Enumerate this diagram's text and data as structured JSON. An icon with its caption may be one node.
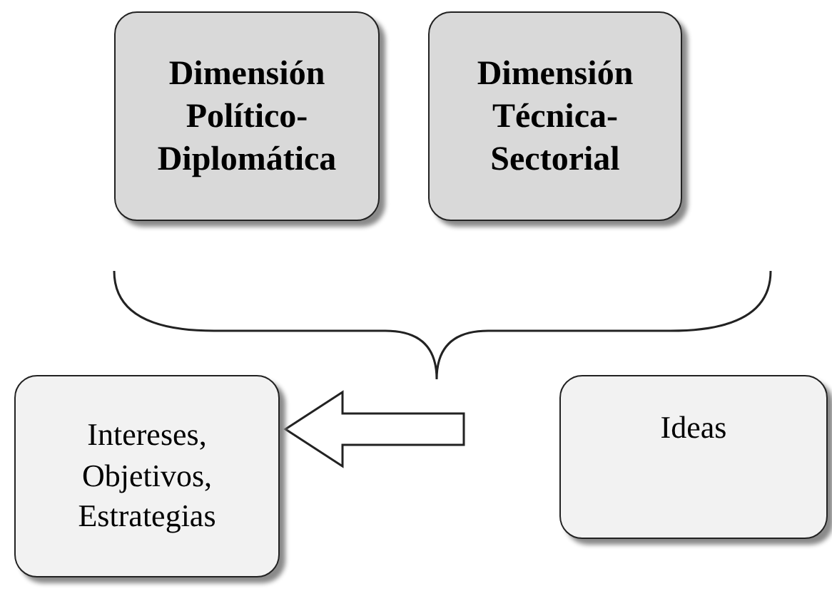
{
  "diagram": {
    "nodes": [
      {
        "text": [
          "Dimensión Político-Diplomática"
        ]
      },
      {
        "text": [
          "Dimensión Técnica-Sectorial"
        ]
      },
      {
        "text": [
          "Intereses, Objetivos, Estrategias"
        ]
      },
      {
        "text": [
          "Ideas"
        ]
      }
    ],
    "edges": [
      {
        "from": null,
        "to": 2,
        "arrow": "to"
      }
    ]
  }
}
